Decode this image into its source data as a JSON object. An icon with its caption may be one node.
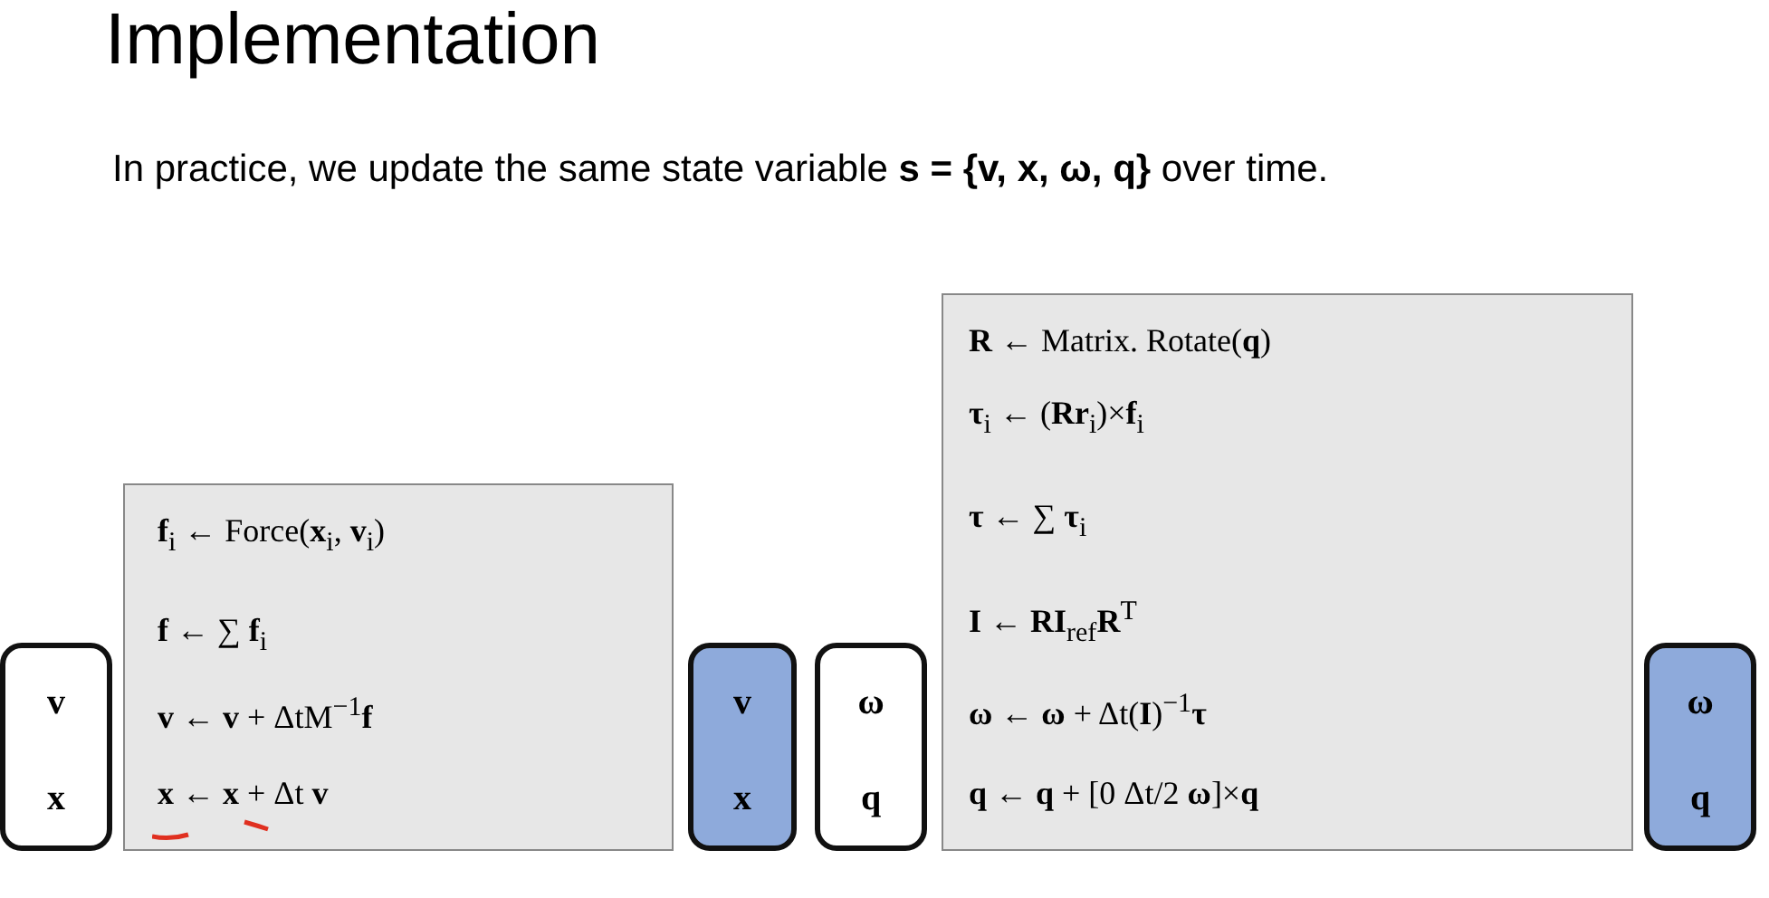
{
  "diagram": {
    "title": "Implementation",
    "nodes": [
      {
        "text": [
          "v",
          "x"
        ]
      },
      {
        "text": [
          "**f**$_{i}$ ← Force(**x**$_{i}$, **v**$_{i}$)",
          "**f** ← ∑ **f**$_{i}$",
          "**v** ← **v** + ΔtM$^{−1}$**f**",
          "**x** ← **x** + Δt **v**"
        ]
      },
      {
        "text": [
          "v",
          "x"
        ]
      },
      {
        "text": [
          "ω",
          "q"
        ]
      },
      {
        "text": [
          "**R** ← Matrix. Rotate(**q**)",
          "**τ**$_{i}$ ← (**Rr**$_{i}$)×**f**$_{i}$",
          "**τ** ← ∑ **τ**$_{i}$",
          "**I** ← **RI**$_{ref}$**R**$^{T}$",
          "**ω** ← **ω** + Δt(**I**)$^{−1}$**τ**",
          "**q** ← **q** + [0  Δt/2 **ω**]×**q**"
        ]
      },
      {
        "text": [
          "ω",
          "q"
        ]
      }
    ],
    "labels": [
      "In practice, we update the same state variable **s = {v, x, ω, q}** over time."
    ]
  }
}
